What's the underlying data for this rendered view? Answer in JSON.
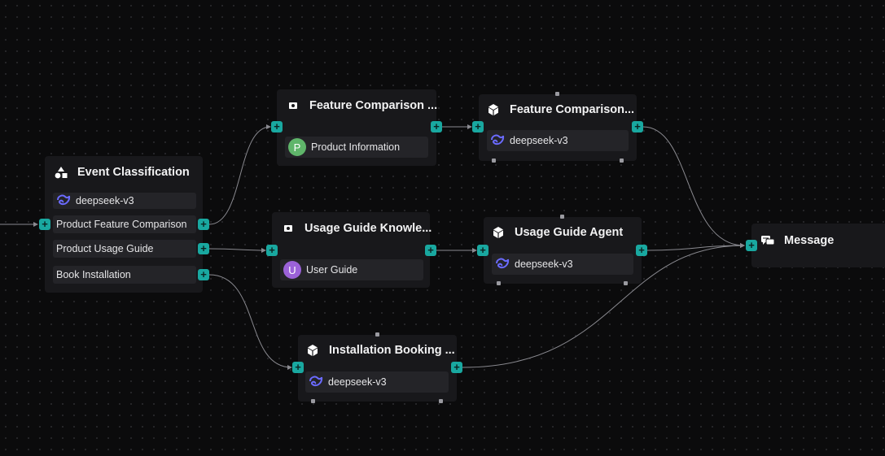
{
  "colors": {
    "background": "#0b0b0c",
    "node": "#18181b",
    "row": "#242428",
    "port": "#19a8a0",
    "edge": "#8a8a90"
  },
  "nodes": {
    "event_classification": {
      "title": "Event Classification",
      "icon": "categorize-icon",
      "model": "deepseek-v3",
      "categories": [
        "Product Feature Comparison",
        "Product Usage Guide",
        "Book Installation"
      ]
    },
    "feature_comparison_kb": {
      "title": "Feature Comparison ...",
      "icon": "knowledge-base-icon",
      "dataset": {
        "initial": "P",
        "name": "Product Information",
        "color": "#5fb56a"
      }
    },
    "feature_comparison_agent": {
      "title": "Feature Comparison...",
      "icon": "agent-cube-icon",
      "model": "deepseek-v3"
    },
    "usage_guide_kb": {
      "title": "Usage Guide Knowle...",
      "icon": "knowledge-base-icon",
      "dataset": {
        "initial": "U",
        "name": "User Guide",
        "color": "#9b62d8"
      }
    },
    "usage_guide_agent": {
      "title": "Usage Guide Agent",
      "icon": "agent-cube-icon",
      "model": "deepseek-v3"
    },
    "installation_booking": {
      "title": "Installation Booking ...",
      "icon": "agent-cube-icon",
      "model": "deepseek-v3"
    },
    "message": {
      "title": "Message",
      "icon": "message-icon"
    }
  }
}
